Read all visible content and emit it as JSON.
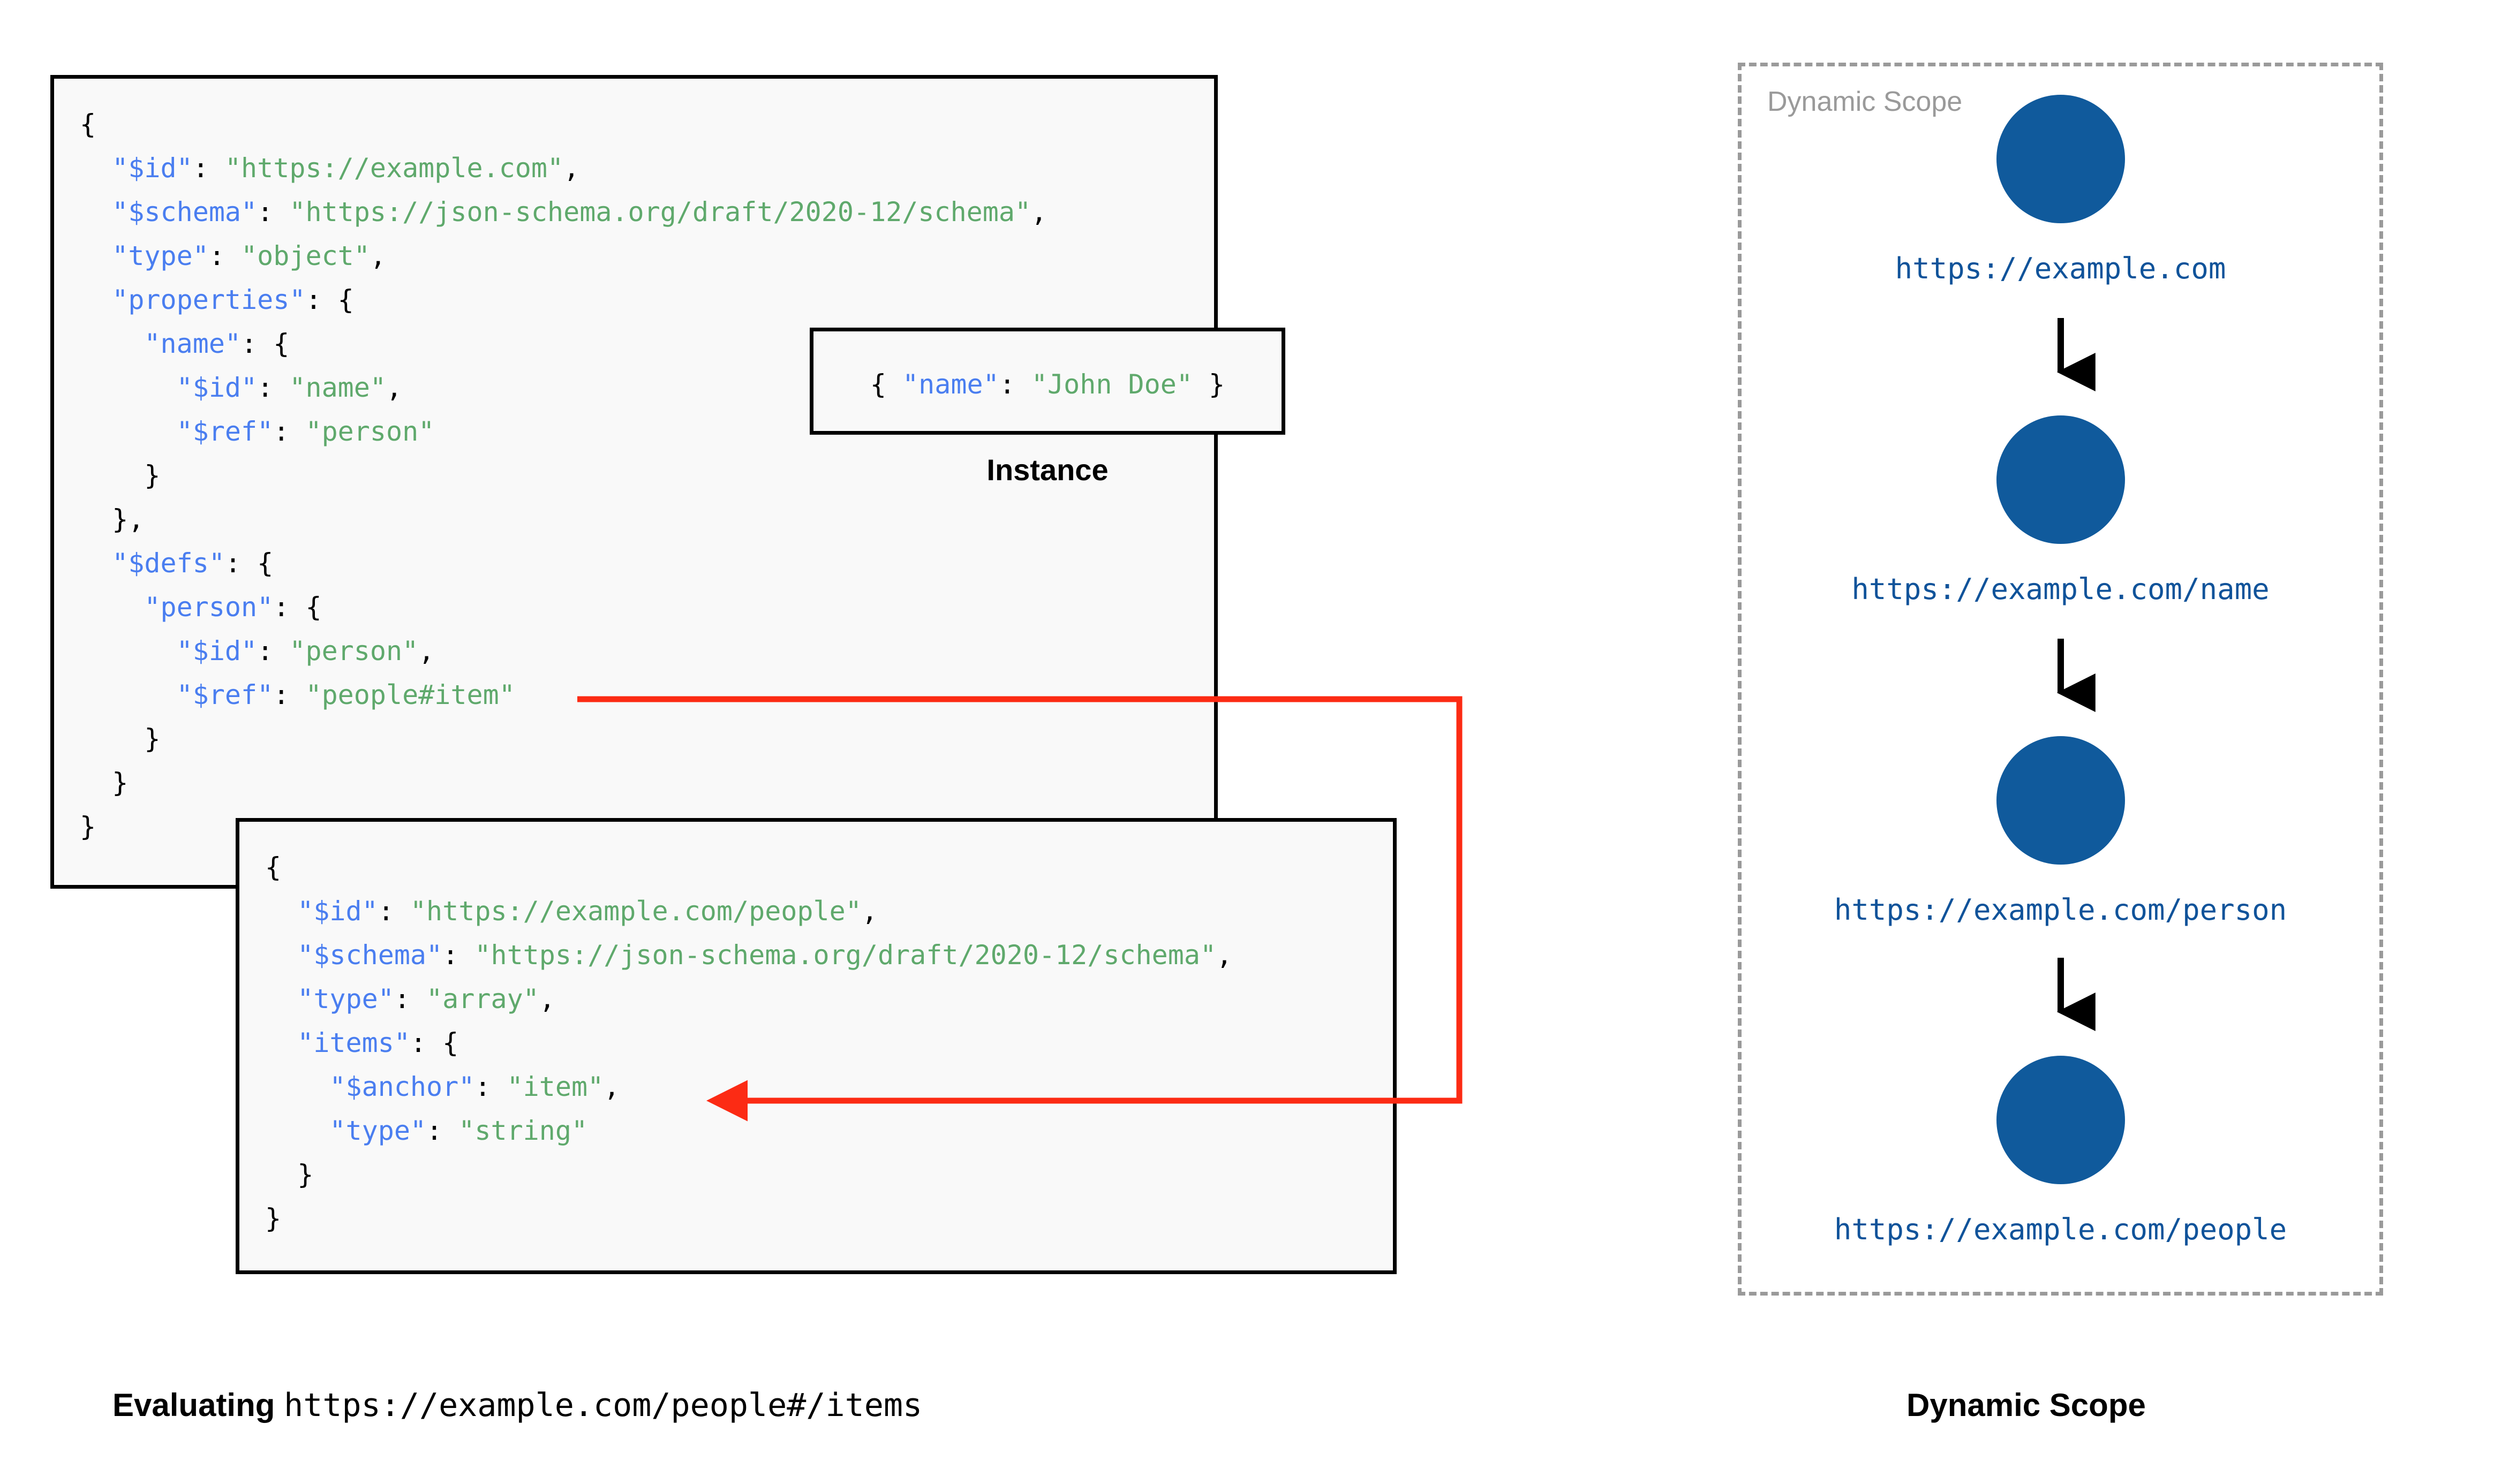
{
  "schema_main": {
    "lines": [
      [
        {
          "t": "{",
          "c": "p"
        }
      ],
      [
        {
          "t": "  ",
          "c": "p"
        },
        {
          "t": "\"$id\"",
          "c": "k"
        },
        {
          "t": ": ",
          "c": "p"
        },
        {
          "t": "\"https://example.com\"",
          "c": "s"
        },
        {
          "t": ",",
          "c": "p"
        }
      ],
      [
        {
          "t": "  ",
          "c": "p"
        },
        {
          "t": "\"$schema\"",
          "c": "k"
        },
        {
          "t": ": ",
          "c": "p"
        },
        {
          "t": "\"https://json-schema.org/draft/2020-12/schema\"",
          "c": "s"
        },
        {
          "t": ",",
          "c": "p"
        }
      ],
      [
        {
          "t": "  ",
          "c": "p"
        },
        {
          "t": "\"type\"",
          "c": "k"
        },
        {
          "t": ": ",
          "c": "p"
        },
        {
          "t": "\"object\"",
          "c": "s"
        },
        {
          "t": ",",
          "c": "p"
        }
      ],
      [
        {
          "t": "  ",
          "c": "p"
        },
        {
          "t": "\"properties\"",
          "c": "k"
        },
        {
          "t": ": {",
          "c": "p"
        }
      ],
      [
        {
          "t": "    ",
          "c": "p"
        },
        {
          "t": "\"name\"",
          "c": "k"
        },
        {
          "t": ": {",
          "c": "p"
        }
      ],
      [
        {
          "t": "      ",
          "c": "p"
        },
        {
          "t": "\"$id\"",
          "c": "k"
        },
        {
          "t": ": ",
          "c": "p"
        },
        {
          "t": "\"name\"",
          "c": "s"
        },
        {
          "t": ",",
          "c": "p"
        }
      ],
      [
        {
          "t": "      ",
          "c": "p"
        },
        {
          "t": "\"$ref\"",
          "c": "k"
        },
        {
          "t": ": ",
          "c": "p"
        },
        {
          "t": "\"person\"",
          "c": "s"
        }
      ],
      [
        {
          "t": "    }",
          "c": "p"
        }
      ],
      [
        {
          "t": "  },",
          "c": "p"
        }
      ],
      [
        {
          "t": "  ",
          "c": "p"
        },
        {
          "t": "\"$defs\"",
          "c": "k"
        },
        {
          "t": ": {",
          "c": "p"
        }
      ],
      [
        {
          "t": "    ",
          "c": "p"
        },
        {
          "t": "\"person\"",
          "c": "k"
        },
        {
          "t": ": {",
          "c": "p"
        }
      ],
      [
        {
          "t": "      ",
          "c": "p"
        },
        {
          "t": "\"$id\"",
          "c": "k"
        },
        {
          "t": ": ",
          "c": "p"
        },
        {
          "t": "\"person\"",
          "c": "s"
        },
        {
          "t": ",",
          "c": "p"
        }
      ],
      [
        {
          "t": "      ",
          "c": "p"
        },
        {
          "t": "\"$ref\"",
          "c": "k"
        },
        {
          "t": ": ",
          "c": "p"
        },
        {
          "t": "\"people#item\"",
          "c": "s"
        }
      ],
      [
        {
          "t": "    }",
          "c": "p"
        }
      ],
      [
        {
          "t": "  }",
          "c": "p"
        }
      ],
      [
        {
          "t": "}",
          "c": "p"
        }
      ]
    ]
  },
  "schema_people": {
    "lines": [
      [
        {
          "t": "{",
          "c": "p"
        }
      ],
      [
        {
          "t": "  ",
          "c": "p"
        },
        {
          "t": "\"$id\"",
          "c": "k"
        },
        {
          "t": ": ",
          "c": "p"
        },
        {
          "t": "\"https://example.com/people\"",
          "c": "s"
        },
        {
          "t": ",",
          "c": "p"
        }
      ],
      [
        {
          "t": "  ",
          "c": "p"
        },
        {
          "t": "\"$schema\"",
          "c": "k"
        },
        {
          "t": ": ",
          "c": "p"
        },
        {
          "t": "\"https://json-schema.org/draft/2020-12/schema\"",
          "c": "s"
        },
        {
          "t": ",",
          "c": "p"
        }
      ],
      [
        {
          "t": "  ",
          "c": "p"
        },
        {
          "t": "\"type\"",
          "c": "k"
        },
        {
          "t": ": ",
          "c": "p"
        },
        {
          "t": "\"array\"",
          "c": "s"
        },
        {
          "t": ",",
          "c": "p"
        }
      ],
      [
        {
          "t": "  ",
          "c": "p"
        },
        {
          "t": "\"items\"",
          "c": "k"
        },
        {
          "t": ": {",
          "c": "p"
        }
      ],
      [
        {
          "t": "    ",
          "c": "p"
        },
        {
          "t": "\"$anchor\"",
          "c": "k"
        },
        {
          "t": ": ",
          "c": "p"
        },
        {
          "t": "\"item\"",
          "c": "s"
        },
        {
          "t": ",",
          "c": "p"
        }
      ],
      [
        {
          "t": "    ",
          "c": "p"
        },
        {
          "t": "\"type\"",
          "c": "k"
        },
        {
          "t": ": ",
          "c": "p"
        },
        {
          "t": "\"string\"",
          "c": "s"
        }
      ],
      [
        {
          "t": "  }",
          "c": "p"
        }
      ],
      [
        {
          "t": "}",
          "c": "p"
        }
      ]
    ]
  },
  "instance": {
    "lines": [
      [
        {
          "t": "{ ",
          "c": "p"
        },
        {
          "t": "\"name\"",
          "c": "k"
        },
        {
          "t": ": ",
          "c": "p"
        },
        {
          "t": "\"John Doe\"",
          "c": "s"
        },
        {
          "t": " }",
          "c": "p"
        }
      ]
    ],
    "caption": "Instance"
  },
  "dynamic_scope": {
    "panel_title": "Dynamic Scope",
    "caption": "Dynamic Scope",
    "node_color": "#105a9c",
    "label_color": "#10539a",
    "nodes": [
      {
        "label": "https://example.com"
      },
      {
        "label": "https://example.com/name"
      },
      {
        "label": "https://example.com/person"
      },
      {
        "label": "https://example.com/people"
      }
    ]
  },
  "footer": {
    "evaluating_label": "Evaluating",
    "evaluating_url": "https://example.com/people#/items"
  },
  "colors": {
    "key": "#4a7ef0",
    "string": "#5fa96c",
    "reference_arrow": "#fc2b14",
    "box_border": "#000000",
    "box_fill": "#f9f9f9",
    "scope_border": "#9a9a9a"
  }
}
